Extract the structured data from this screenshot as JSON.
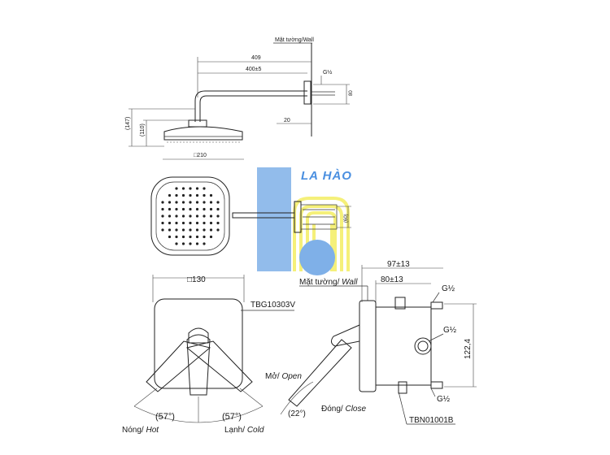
{
  "top_view": {
    "wall_label": "Mặt tường/Wall",
    "dim_409": "409",
    "dim_400": "400±5",
    "thread_g": "G½",
    "dim_80": "80",
    "dim_20": "20",
    "dim_147": "(147)",
    "dim_110": "(110)",
    "dim_210": "□210"
  },
  "plan_view": {
    "dim_60": "(60)"
  },
  "watermark": {
    "brand": "LA HÀO",
    "colors": {
      "blue": "#7fb0e8",
      "yellow": "#f5f07a"
    }
  },
  "valve_front": {
    "dim_130": "□130",
    "model": "TBG10303V",
    "open_label": "Mở/",
    "open_en": "Open",
    "angle_left": "(57°)",
    "angle_right": "(57°)",
    "hot_label": "Nóng/",
    "hot_en": "Hot",
    "cold_label": "Lạnh/",
    "cold_en": "Cold"
  },
  "valve_side": {
    "dim_97": "97±13",
    "dim_80": "80±13",
    "wall_label": "Mặt tường/",
    "wall_en": "Wall",
    "g_top": "G½",
    "g_mid": "G½",
    "g_bottom": "G½",
    "dim_122": "122,4",
    "angle_22": "(22°)",
    "close_label": "Đóng/",
    "close_en": "Close",
    "model": "TBN01001B"
  }
}
